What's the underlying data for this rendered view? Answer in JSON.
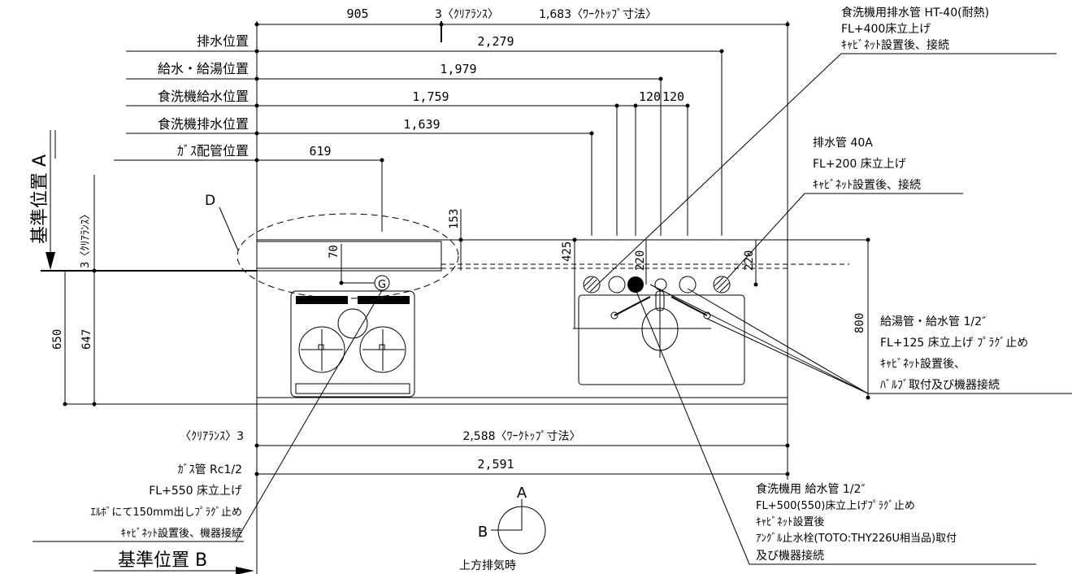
{
  "top_dims": {
    "d905": "905",
    "clear_top": "3〈ｸﾘｱﾗﾝｽ〉",
    "worktop_top": "1,683〈ﾜｰｸﾄｯﾌﾟ寸法〉",
    "d2279": "2,279",
    "d1979": "1,979",
    "d1759": "1,759",
    "d1639": "1,639",
    "d619": "619",
    "d120a": "120",
    "d120b": "120"
  },
  "left_labels": {
    "drain_pos": "排水位置",
    "water_pos": "給水・給湯位置",
    "dw_water_pos": "食洗機給水位置",
    "dw_drain_pos": "食洗機排水位置",
    "gas_pos": "ｶﾞｽ配管位置"
  },
  "notes": {
    "dw_drain_1": "食洗機用排水管 HT-40(耐熱)",
    "dw_drain_2": "FL+400床立上げ",
    "dw_drain_3": "ｷｬﾋﾞﾈｯﾄ設置後、接続",
    "drain_1": "排水管 40A",
    "drain_2": "FL+200 床立上げ",
    "drain_3": "ｷｬﾋﾞﾈｯﾄ設置後、接続",
    "hw_1": "給湯管・給水管 1/2″",
    "hw_2": "FL+125 床立上げ ﾌﾟﾗｸﾞ止め",
    "hw_3": "ｷｬﾋﾞﾈｯﾄ設置後、",
    "hw_4": "ﾊﾞﾙﾌﾞ取付及び機器接続",
    "dwsup_1": "食洗機用 給水管 1/2″",
    "dwsup_2": "FL+500(550)床立上げﾌﾟﾗｸﾞ止め",
    "dwsup_3": "ｷｬﾋﾞﾈｯﾄ設置後",
    "dwsup_4": "ｱﾝｸﾞﾙ止水栓(TOTO:THY226U相当品)取付",
    "dwsup_5": "及び機器接続",
    "gas_1": "ｶﾞｽ管 Rc1/2",
    "gas_2": "FL+550 床立上げ",
    "gas_3": "ｴﾙﾎﾞにて150mm出しﾌﾟﾗｸﾞ止め",
    "gas_4": "ｷｬﾋﾞﾈｯﾄ設置後、機器接続"
  },
  "ref": {
    "a_label": "基準位置 A",
    "b_label": "基準位置 B",
    "clear_left": "3〈ｸﾘｱﾗﾝｽ〉",
    "d_mark": "D",
    "g_mark": "G"
  },
  "plan_dims": {
    "d153": "153",
    "d70": "70",
    "d425": "425",
    "d220a": "220",
    "d220b": "220",
    "d650": "650",
    "d647": "647",
    "d800": "800"
  },
  "bottom_dims": {
    "clear_bottom": "〈ｸﾘｱﾗﾝｽ〉3",
    "worktop_bottom": "2,588〈ﾜｰｸﾄｯﾌﾟ寸法〉",
    "d2591": "2,591"
  },
  "legend": {
    "a": "A",
    "b": "B",
    "caption": "上方排気時"
  }
}
